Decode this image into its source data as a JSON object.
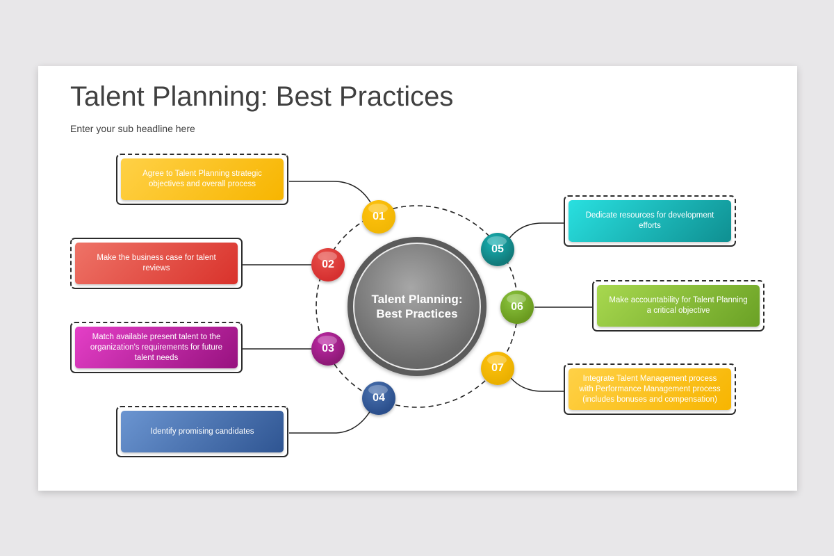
{
  "slide": {
    "title": "Talent Planning: Best Practices",
    "subtitle": "Enter your sub headline here"
  },
  "hub": {
    "label": "Talent Planning:\nBest Practices",
    "color": "#6b6b6b"
  },
  "steps": [
    {
      "number": "01",
      "text": "Agree to Talent Planning strategic objectives and overall process",
      "color": "#f2b705",
      "card_color": "#ffc20e"
    },
    {
      "number": "02",
      "text": "Make the business case for talent reviews",
      "color": "#d63030",
      "card_color": "#e8504a"
    },
    {
      "number": "03",
      "text": "Match available present talent to the organization's requirements for future talent needs",
      "color": "#8e1a77",
      "card_color": "#c02aa8"
    },
    {
      "number": "04",
      "text": "Identify promising candidates",
      "color": "#2b4f8c",
      "card_color": "#4a72b0"
    },
    {
      "number": "05",
      "text": "Dedicate resources for development efforts",
      "color": "#127a7a",
      "card_color": "#17b3b5"
    },
    {
      "number": "06",
      "text": "Make accountability for Talent Planning a critical objective",
      "color": "#6a9a1f",
      "card_color": "#8cc63f"
    },
    {
      "number": "07",
      "text": "Integrate Talent Management process with Performance Management process (includes bonuses and compensation)",
      "color": "#eab000",
      "card_color": "#ffc20e"
    }
  ]
}
